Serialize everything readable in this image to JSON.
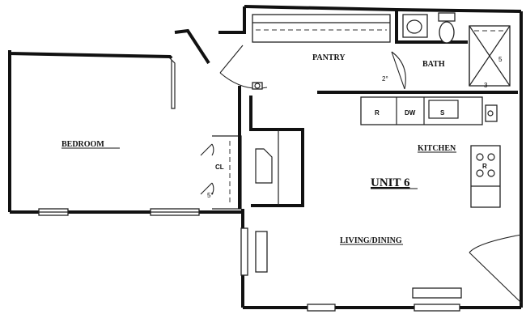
{
  "plan": {
    "unit_title": "UNIT 6",
    "rooms": {
      "bedroom": "BEDROOM",
      "pantry": "PANTRY",
      "bath": "BATH",
      "kitchen": "KITCHEN",
      "living_dining": "LIVING/DINING",
      "closet": "CL"
    },
    "appliances": {
      "refrigerator": "R",
      "dishwasher": "DW",
      "sink": "S",
      "range": "R"
    },
    "shower_marks": {
      "top": "5",
      "bottom": "3"
    },
    "notes": {
      "pantry_door_mark": "2°",
      "closet_door_mark": "5°"
    }
  }
}
